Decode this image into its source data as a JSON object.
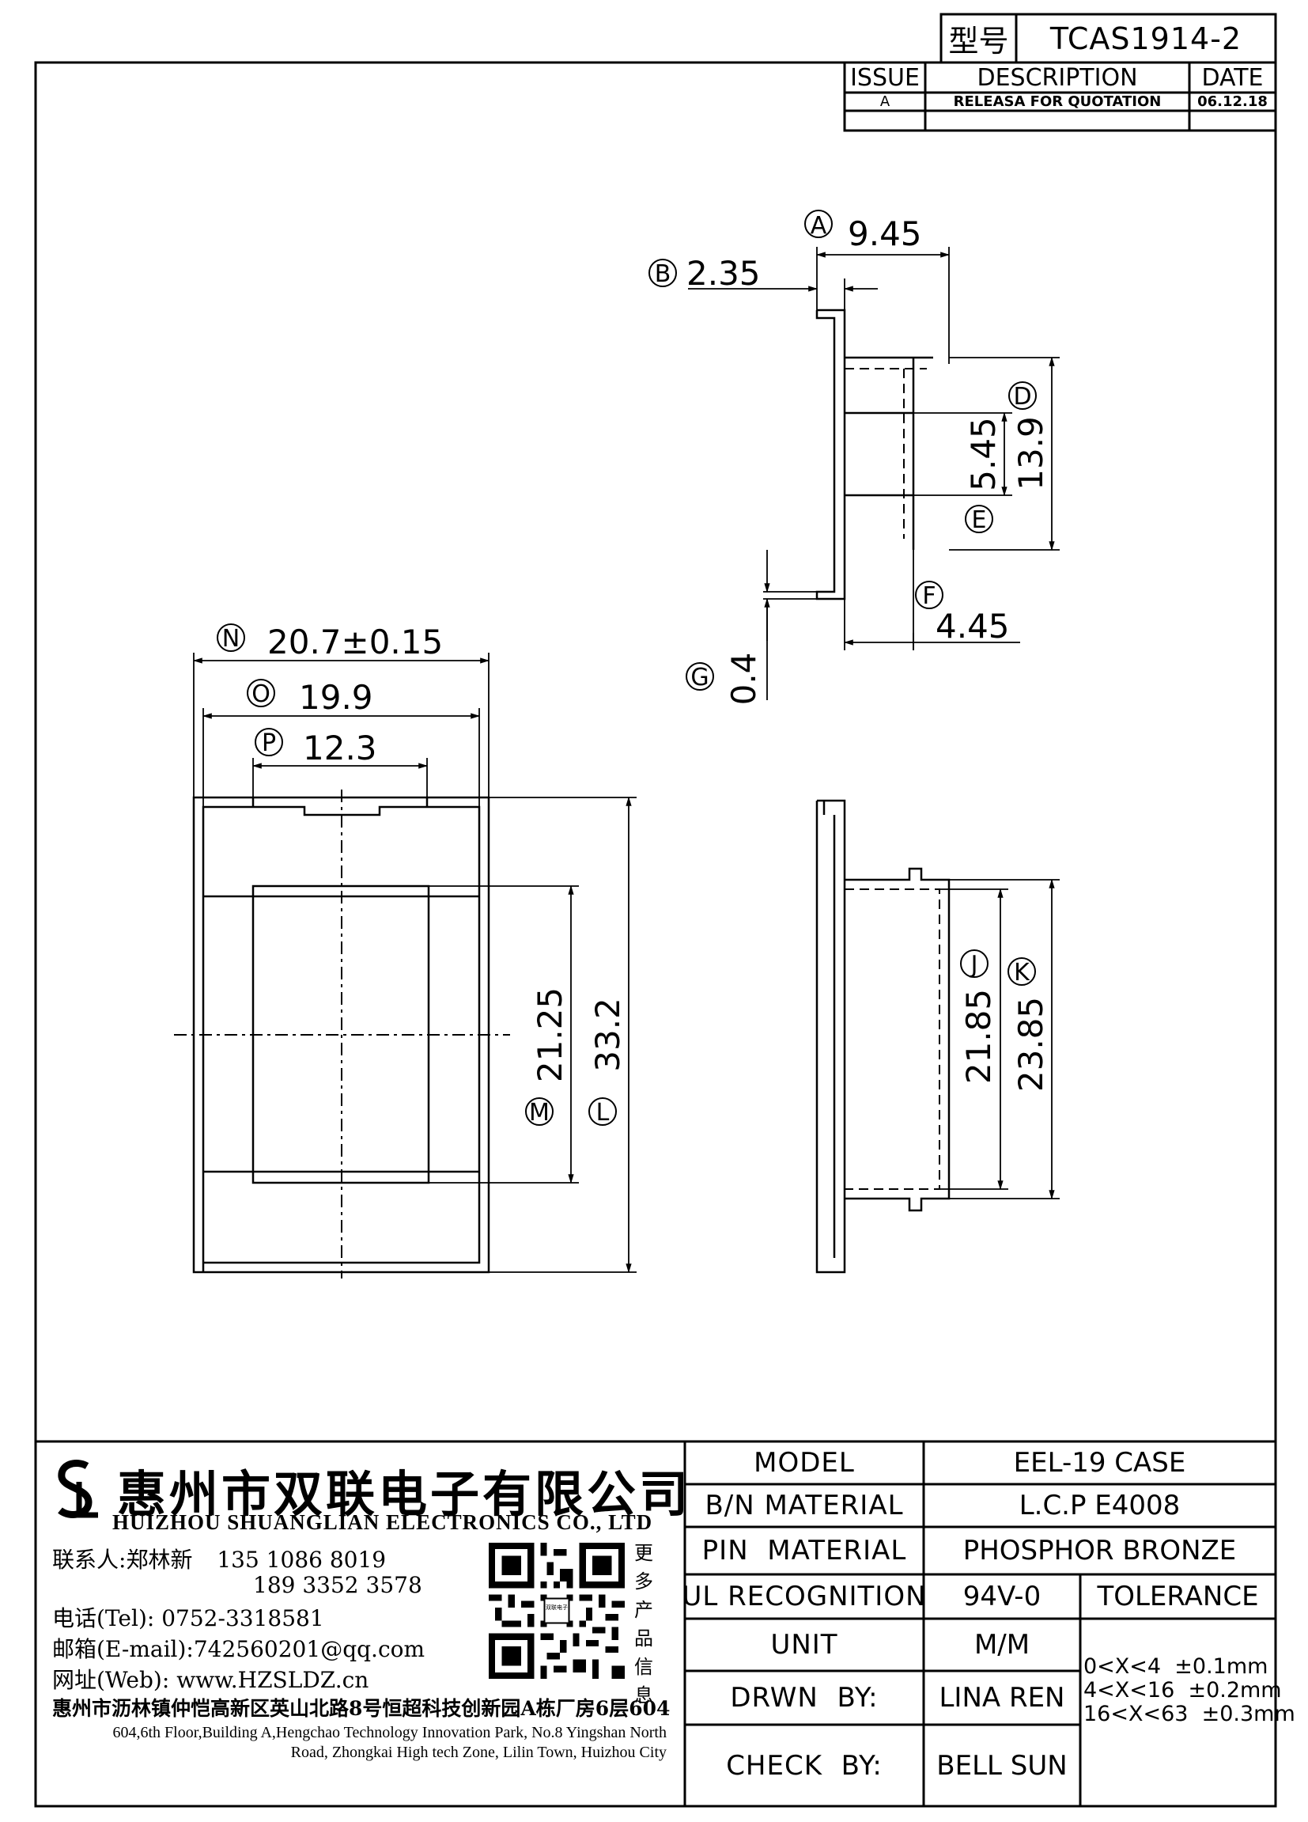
{
  "header": {
    "model_label": "型号",
    "model_code": "TCAS1914-2"
  },
  "revision": {
    "headers": [
      "ISSUE",
      "DESCRIPTION",
      "DATE"
    ],
    "rows": [
      {
        "issue": "A",
        "description": "RELEASA FOR QUOTATION",
        "date": "06.12.18"
      }
    ]
  },
  "drawing": {
    "dims": {
      "A": {
        "letter": "A",
        "value": "9.45"
      },
      "B": {
        "letter": "B",
        "value": "2.35"
      },
      "D": {
        "letter": "D",
        "value": "13.9"
      },
      "E": {
        "letter": "E",
        "value": "5.45"
      },
      "F": {
        "letter": "F",
        "value": "4.45"
      },
      "G": {
        "letter": "G",
        "value": "0.4"
      },
      "N": {
        "letter": "N",
        "value": "20.7±0.15"
      },
      "O": {
        "letter": "O",
        "value": "19.9"
      },
      "P": {
        "letter": "P",
        "value": "12.3"
      },
      "M": {
        "letter": "M",
        "value": "21.25"
      },
      "L": {
        "letter": "L",
        "value": "33.2"
      },
      "J": {
        "letter": "J",
        "value": "21.85"
      },
      "K": {
        "letter": "K",
        "value": "23.85"
      }
    }
  },
  "company": {
    "logo_text": "SL",
    "name_cn": "惠州市双联电子有限公司",
    "name_en": "HUIZHOU SHUANGLIAN ELECTRONICS CO., LTD",
    "contact_label": "联系人:",
    "contact_name": "郑林新",
    "phone1": "135 1086 8019",
    "phone2": "189 3352 3578",
    "tel_label": "电话(Tel):",
    "tel": "0752-3318581",
    "email_label": "邮箱(E-mail):",
    "email": "742560201@qq.com",
    "web_label": "网址(Web):",
    "web": "www.HZSLDZ.cn",
    "qr_side": [
      "更",
      "多",
      "产",
      "品",
      "信",
      "息"
    ],
    "qr_center": "双联电子",
    "address_cn": "惠州市沥林镇仲恺高新区英山北路8号恒超科技创新园A栋厂房6层604",
    "address_en_1": "604,6th Floor,Building A,Hengchao Technology Innovation Park, No.8 Yingshan North",
    "address_en_2": "Road, Zhongkai High tech Zone, Lilin Town, Huizhou City"
  },
  "spec": {
    "model_label": "MODEL",
    "model_value": "EEL-19 CASE",
    "bn_label": "B/N MATERIAL",
    "bn_value": "L.C.P E4008",
    "pin_label": "PIN  MATERIAL",
    "pin_value": "PHOSPHOR BRONZE",
    "ul_label": "UL RECOGNITION",
    "ul_value": "94V-0",
    "tol_label": "TOLERANCE",
    "unit_label": "UNIT",
    "unit_value": "M/M",
    "drwn_label": "DRWN  BY:",
    "drwn_value": "LINA REN",
    "check_label": "CHECK  BY:",
    "check_value": "BELL SUN",
    "tolerances": [
      "0<X<4  ±0.1mm",
      "4<X<16  ±0.2mm",
      "16<X<63  ±0.3mm"
    ]
  }
}
